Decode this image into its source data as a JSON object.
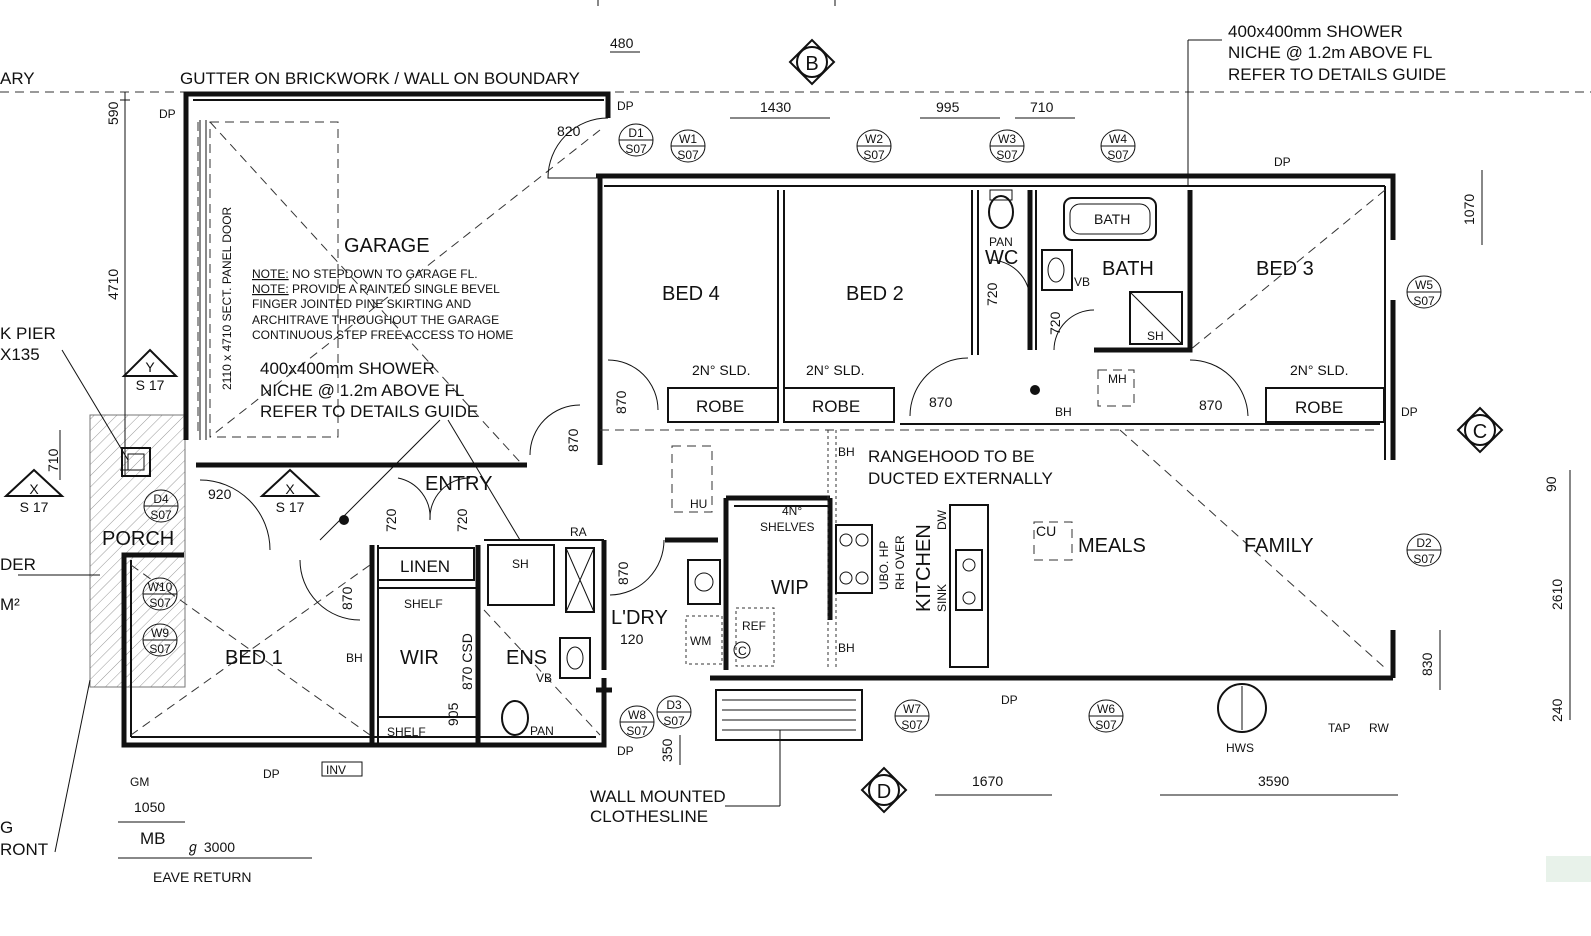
{
  "rooms": {
    "garage": "GARAGE",
    "bed4": "BED 4",
    "bed2": "BED 2",
    "wc": "WC",
    "bath": "BATH",
    "bath_fixture": "BATH",
    "bed3": "BED 3",
    "entry": "ENTRY",
    "porch": "PORCH",
    "linen": "LINEN",
    "bed1": "BED 1",
    "wir": "WIR",
    "ens": "ENS",
    "ldry": "L'DRY",
    "wip": "WIP",
    "kitchen": "KITCHEN",
    "meals": "MEALS",
    "family": "FAMILY",
    "robe": "ROBE",
    "shelf": "SHELF"
  },
  "notes": {
    "gutter": "GUTTER ON BRICKWORK / WALL ON BOUNDARY",
    "boundary_left": "ARY",
    "shower_niche_top": [
      "400x400mm SHOWER",
      "NICHE @ 1.2m ABOVE FL",
      "REFER TO DETAILS GUIDE"
    ],
    "shower_niche_garage": [
      "400x400mm SHOWER",
      "NICHE @ 1.2m ABOVE FL",
      "REFER TO DETAILS GUIDE"
    ],
    "garage_note_prefix": "NOTE:",
    "garage_note1_rest": " NO STEPDOWN TO GARAGE FL.",
    "garage_note2_rest": " PROVIDE A PAINTED SINGLE BEVEL",
    "garage_note3": "FINGER JOINTED PINE SKIRTING AND",
    "garage_note4": "ARCHITRAVE THROUGHOUT THE GARAGE",
    "garage_note5": "CONTINUOUS STEP FREE ACCESS TO HOME",
    "panel_door": "2110 x 4710 SECT. PANEL DOOR",
    "rangehood": [
      "RANGEHOOD TO BE",
      "DUCTED EXTERNALLY"
    ],
    "clothesline": [
      "WALL MOUNTED",
      "CLOTHESLINE"
    ],
    "eave_return": "EAVE RETURN",
    "pier_cut1": "K PIER",
    "pier_cut2": "X135",
    "der_cut": "DER",
    "m2_cut": "M²",
    "g_cut": "G",
    "ront_cut": "RONT",
    "shelves": [
      "4N°",
      "SHELVES"
    ],
    "sld": "2N° SLD.",
    "csd": "870 CSD"
  },
  "fixtures": {
    "pan": "PAN",
    "vb": "VB",
    "sh": "SH",
    "mh": "MH",
    "bh": "BH",
    "hu": "HU",
    "ra": "RA",
    "wm": "WM",
    "ref": "REF",
    "c": "C",
    "cu": "CU",
    "ubo": "UBO. HP",
    "rh": "RH OVER",
    "sink": "SINK",
    "dw": "DW",
    "dp": "DP",
    "gm": "GM",
    "inv": "INV",
    "mb": "MB",
    "hws": "HWS",
    "tap": "TAP",
    "rw": "RW"
  },
  "tags": [
    {
      "top": "D1",
      "bottom": "S07"
    },
    {
      "top": "W1",
      "bottom": "S07"
    },
    {
      "top": "W2",
      "bottom": "S07"
    },
    {
      "top": "W3",
      "bottom": "S07"
    },
    {
      "top": "W4",
      "bottom": "S07"
    },
    {
      "top": "W5",
      "bottom": "S07"
    },
    {
      "top": "D2",
      "bottom": "S07"
    },
    {
      "top": "D4",
      "bottom": "S07"
    },
    {
      "top": "W10",
      "bottom": "S07"
    },
    {
      "top": "W9",
      "bottom": "S07"
    },
    {
      "top": "W8",
      "bottom": "S07"
    },
    {
      "top": "D3",
      "bottom": "S07"
    },
    {
      "top": "W7",
      "bottom": "S07"
    },
    {
      "top": "W6",
      "bottom": "S07"
    }
  ],
  "section_markers": {
    "b": "B",
    "c": "C",
    "d": "D",
    "x": "X",
    "y": "Y",
    "s17": "S 17"
  },
  "dimensions": {
    "d480": "480",
    "d1430": "1430",
    "d995": "995",
    "d710": "710",
    "d590": "590",
    "d4710": "4710",
    "d710b": "710",
    "d1070": "1070",
    "d820": "820",
    "d920": "920",
    "d870": "870",
    "d720": "720",
    "d120": "120",
    "d905": "905",
    "d350": "350",
    "d1670": "1670",
    "d3590": "3590",
    "d830": "830",
    "d2610": "2610",
    "d90": "90",
    "d240": "240",
    "d1050": "1050",
    "d3000": "ℊ 3000"
  }
}
